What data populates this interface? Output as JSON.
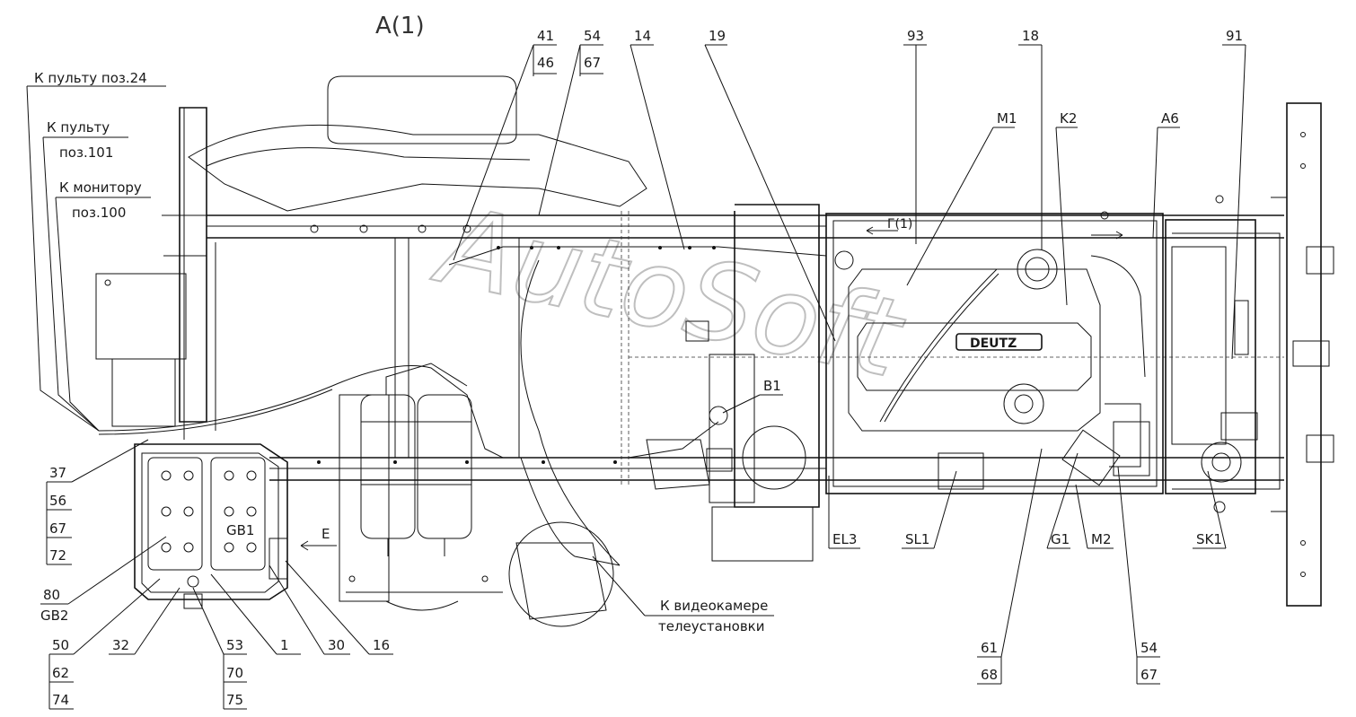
{
  "view_title": "A(1)",
  "watermark": "AutoSoft",
  "notes": {
    "to_panel_24": "К пульту поз.24",
    "to_panel": "К пульту",
    "pos_101": "поз.101",
    "to_monitor": "К монитору",
    "pos_100": "поз.100",
    "to_camera": "К видеокамере",
    "telescope": "телеустановки",
    "view_e": "Е",
    "engine_brand": "DEUTZ",
    "view_g": "Г(1)"
  },
  "callouts": {
    "c41": "41",
    "c46": "46",
    "c54t": "54",
    "c67t": "67",
    "c14": "14",
    "c19": "19",
    "c93": "93",
    "c18": "18",
    "c91": "91",
    "cM1": "M1",
    "cK2": "K2",
    "cA6": "A6",
    "cB1": "B1",
    "c37": "37",
    "c56": "56",
    "c67l": "67",
    "c72": "72",
    "c80": "80",
    "cGB2": "GB2",
    "cGB1": "GB1",
    "c50": "50",
    "c62": "62",
    "c74": "74",
    "c32": "32",
    "c53": "53",
    "c70": "70",
    "c75": "75",
    "c1": "1",
    "c30": "30",
    "c16": "16",
    "cEL3": "EL3",
    "cSL1": "SL1",
    "cG1": "G1",
    "cM2": "M2",
    "c61": "61",
    "c68": "68",
    "c54b": "54",
    "c67b": "67",
    "cSK1": "SK1"
  }
}
